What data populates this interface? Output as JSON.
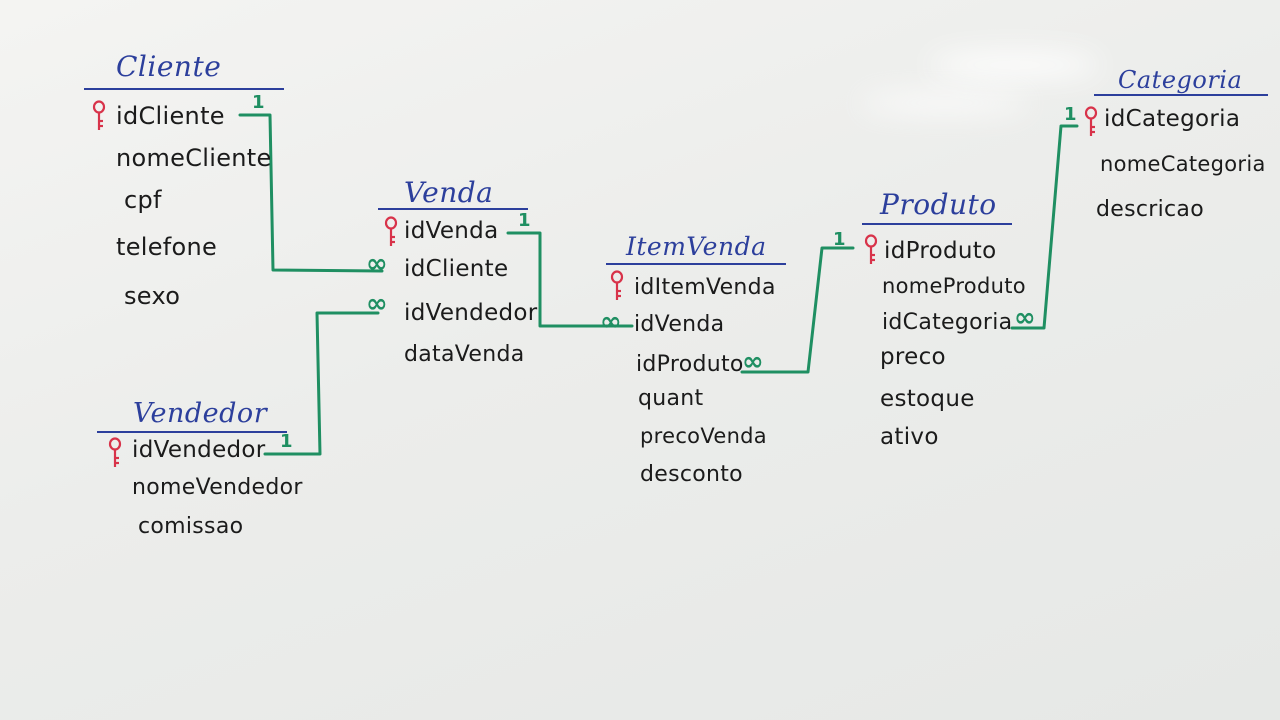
{
  "colors": {
    "title": "#2c3f9c",
    "field": "#1b1b1b",
    "relation": "#1f8f62",
    "key": "#d8334a"
  },
  "tables": {
    "cliente": {
      "title": "Cliente",
      "fields": [
        "idCliente",
        "nomeCliente",
        "cpf",
        "telefone",
        "sexo"
      ]
    },
    "venda": {
      "title": "Venda",
      "fields": [
        "idVenda",
        "idCliente",
        "idVendedor",
        "dataVenda"
      ]
    },
    "vendedor": {
      "title": "Vendedor",
      "fields": [
        "idVendedor",
        "nomeVendedor",
        "comissao"
      ]
    },
    "itemvenda": {
      "title": "ItemVenda",
      "fields": [
        "idItemVenda",
        "idVenda",
        "idProduto",
        "quant",
        "precoVenda",
        "desconto"
      ]
    },
    "produto": {
      "title": "Produto",
      "fields": [
        "idProduto",
        "nomeProduto",
        "idCategoria",
        "preco",
        "estoque",
        "ativo"
      ]
    },
    "categoria": {
      "title": "Categoria",
      "fields": [
        "idCategoria",
        "nomeCategoria",
        "descricao"
      ]
    }
  },
  "relations": {
    "one_label": "1",
    "many_label": "∞"
  }
}
